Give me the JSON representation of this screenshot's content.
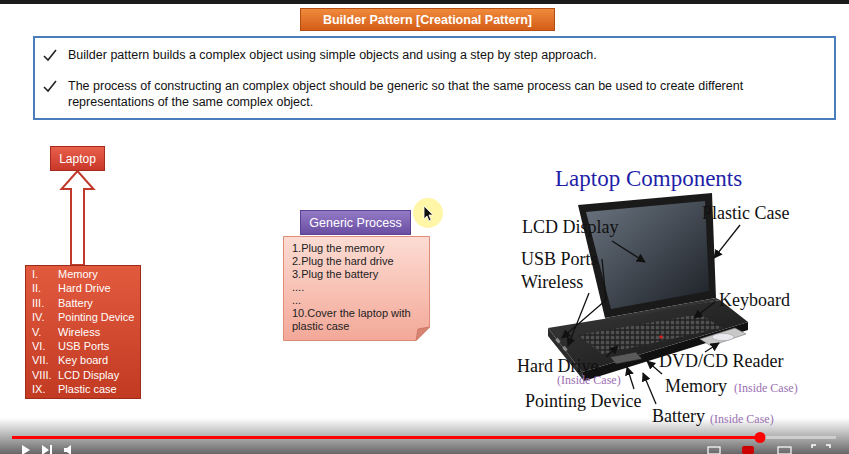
{
  "diagram": {
    "title": "Builder Pattern [Creational Pattern]",
    "nodes": [
      {
        "text": [
          "Builder pattern builds a complex object using simple objects and using a step by step approach.",
          "The process of constructing an complex object should be generic so that the same process can be used to create different representations of the same complex object."
        ]
      },
      {
        "text": [
          "Laptop"
        ]
      },
      {
        "text": [
          "I.",
          "Memory",
          "II.",
          "Hard Drive",
          "III.",
          "Battery",
          "IV.",
          "Pointing Device",
          "V.",
          "Wireless",
          "VI.",
          "USB Ports",
          "VII.",
          "Key board",
          "VIII.",
          "LCD Display",
          "IX.",
          "Plastic case"
        ]
      },
      {
        "text": [
          "Generic Process"
        ]
      },
      {
        "text": [
          "1.Plug the memory",
          "2.Plug the hard drive",
          "3.Plug the battery",
          "....",
          "...",
          "10.Cover the laptop with plastic case"
        ]
      }
    ],
    "edges": [
      {
        "from": 2,
        "to": 1,
        "arrow": "to"
      }
    ],
    "labels": [
      "Laptop Components",
      "LCD Display",
      "Plastic Case",
      "USB Ports",
      "Wireless",
      "Keyboard",
      "Hard Drive",
      "(Inside Case)",
      "DVD/CD Reader",
      "Memory",
      "(Inside Case)",
      "Pointing Device",
      "Battery",
      "(Inside Case)"
    ]
  }
}
